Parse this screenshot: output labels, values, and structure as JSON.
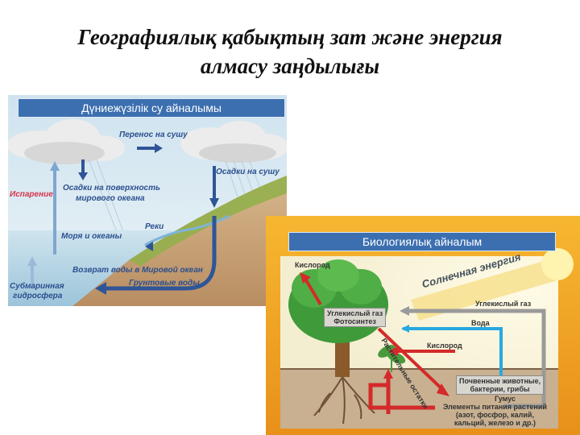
{
  "page": {
    "title_line1": "Географиялық қабықтың зат және энергия",
    "title_line2": "алмасу заңдылығы"
  },
  "water_cycle": {
    "banner": "Дүниежүзілік су айналымы",
    "labels": {
      "transfer_to_land": "Перенос на сушу",
      "precip_land": "Осадки на сушу",
      "evaporation": "Испарение",
      "precip_ocean_line1": "Осадки на поверхность",
      "precip_ocean_line2": "мирового океана",
      "rivers": "Реки",
      "seas_oceans": "Моря и океаны",
      "return_water": "Возврат воды в Мировой океан",
      "groundwater": "Грунтовые воды",
      "submarine_line1": "Субмаринная",
      "submarine_line2": "гидросфера"
    }
  },
  "bio_cycle": {
    "banner": "Биологиялық айналым",
    "labels": {
      "oxygen_top": "Кислород",
      "solar_energy": "Солнечная энергия",
      "co2_right": "Углекислый газ",
      "co2_box_line1": "Углекислый газ",
      "co2_box_line2": "Фотосинтез",
      "water": "Вода",
      "oxygen_mid": "Кислород",
      "plant_remains": "Растительные остатки",
      "soil_line1": "Почвенные животные,",
      "soil_line2": "бактерии, грибы",
      "humus": "Гумус",
      "nutrients_line1": "Элементы питания растений",
      "nutrients_line2": "(азот, фосфор, калий,",
      "nutrients_line3": "кальций, железо и др.)"
    }
  },
  "colors": {
    "banner": "#3c6fb0",
    "bio_frame": "#f2a31b",
    "arrow_red": "#d42a2a",
    "arrow_blue": "#2f5597"
  }
}
